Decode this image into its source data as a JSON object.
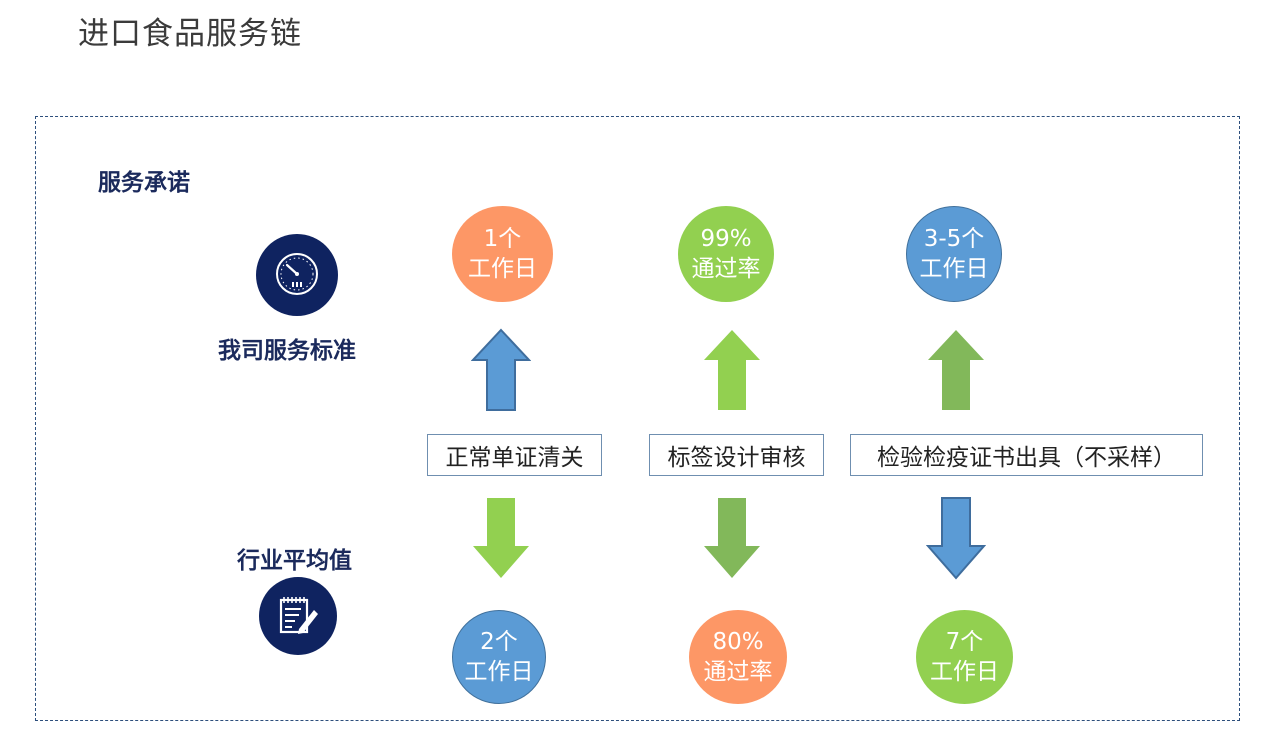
{
  "page": {
    "title": "进口食品服务链"
  },
  "section": {
    "heading": "服务承诺"
  },
  "rows": {
    "standard_label": "我司服务标准",
    "industry_label": "行业平均值"
  },
  "icons": {
    "standard": "speedometer-icon",
    "industry": "notepad-pen-icon"
  },
  "colors": {
    "orange": "#fd9766",
    "green": "#92d050",
    "blue": "#5b9bd5",
    "dark_green": "#82b85a",
    "navy": "#0f2360"
  },
  "columns": [
    {
      "service": "正常单证清关",
      "standard": {
        "line1": "1个",
        "line2": "工作日",
        "color": "orange"
      },
      "industry": {
        "line1": "2个",
        "line2": "工作日",
        "color": "blue"
      },
      "up_arrow_color": "blue",
      "down_arrow_color": "green"
    },
    {
      "service": "标签设计审核",
      "standard": {
        "line1": "99%",
        "line2": "通过率",
        "color": "green"
      },
      "industry": {
        "line1": "80%",
        "line2": "通过率",
        "color": "orange"
      },
      "up_arrow_color": "green",
      "down_arrow_color": "dark_green"
    },
    {
      "service": "检验检疫证书出具（不采样）",
      "standard": {
        "line1": "3-5个",
        "line2": "工作日",
        "color": "blue"
      },
      "industry": {
        "line1": "7个",
        "line2": "工作日",
        "color": "green"
      },
      "up_arrow_color": "dark_green",
      "down_arrow_color": "blue"
    }
  ]
}
